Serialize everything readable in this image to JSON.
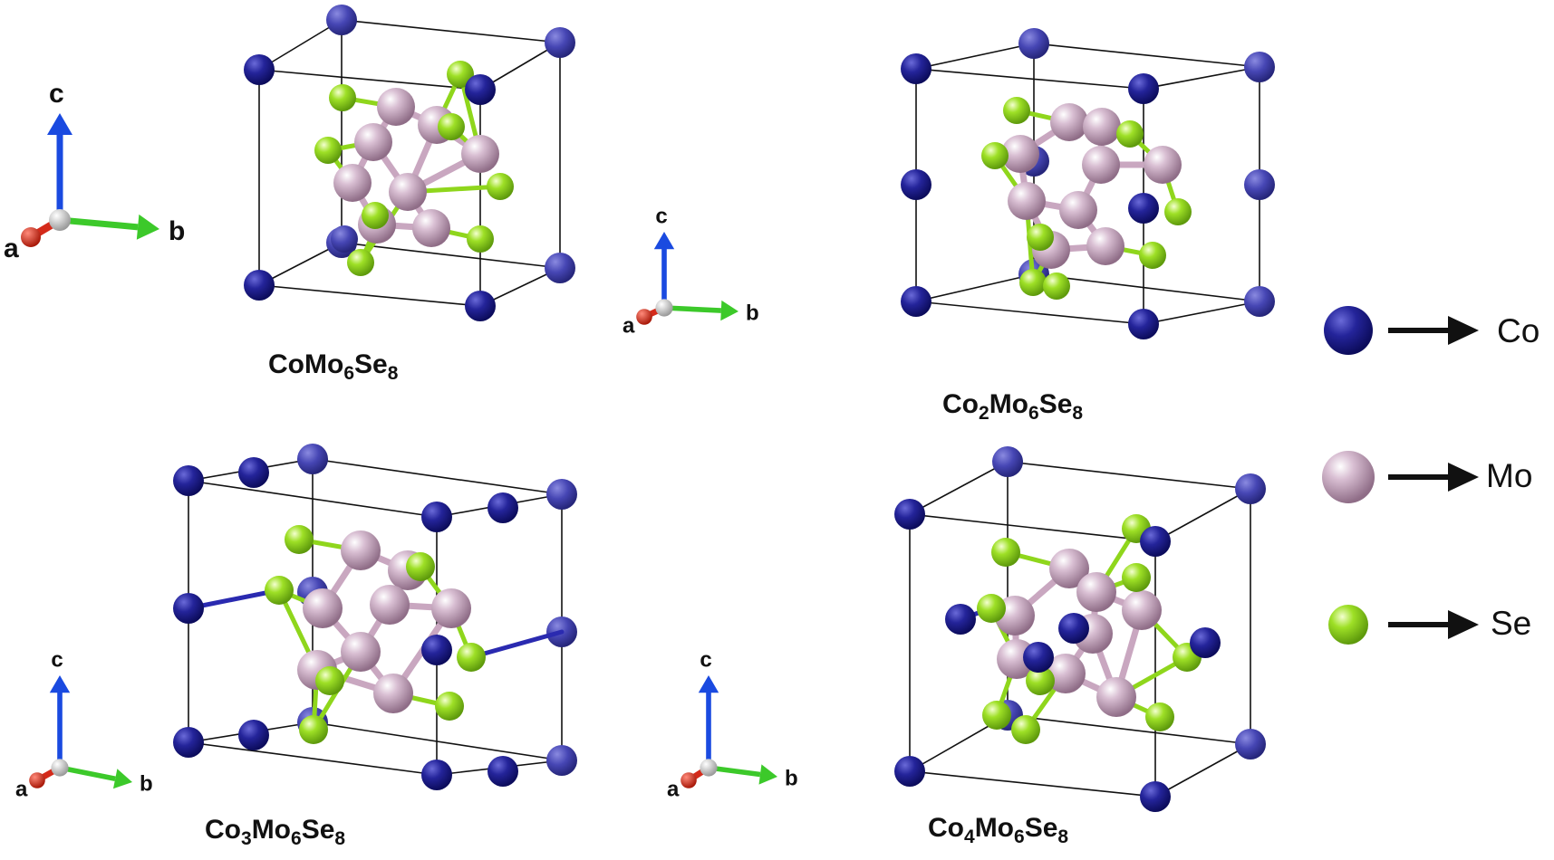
{
  "axis_labels": {
    "a": "a",
    "b": "b",
    "c": "c"
  },
  "panels": [
    {
      "formula": {
        "el1": "Co",
        "n1": "",
        "el2": "Mo",
        "n2": "6",
        "el3": "Se",
        "n3": "8"
      }
    },
    {
      "formula": {
        "el1": "Co",
        "n1": "2",
        "el2": "Mo",
        "n2": "6",
        "el3": "Se",
        "n3": "8"
      }
    },
    {
      "formula": {
        "el1": "Co",
        "n1": "3",
        "el2": "Mo",
        "n2": "6",
        "el3": "Se",
        "n3": "8"
      }
    },
    {
      "formula": {
        "el1": "Co",
        "n1": "4",
        "el2": "Mo",
        "n2": "6",
        "el3": "Se",
        "n3": "8"
      }
    }
  ],
  "legend": [
    {
      "element": "Co",
      "color": "#1c1c8e"
    },
    {
      "element": "Mo",
      "color": "#c9a7c0"
    },
    {
      "element": "Se",
      "color": "#8fd61c"
    }
  ],
  "colors": {
    "co": "#1c1c8e",
    "co_light": "#4a4ab8",
    "mo": "#c9a7c0",
    "se": "#8fd61c",
    "axis_a": "#d42a1a",
    "axis_b": "#3cc92a",
    "axis_c": "#1a4ae0",
    "cell_edge": "#111111"
  }
}
